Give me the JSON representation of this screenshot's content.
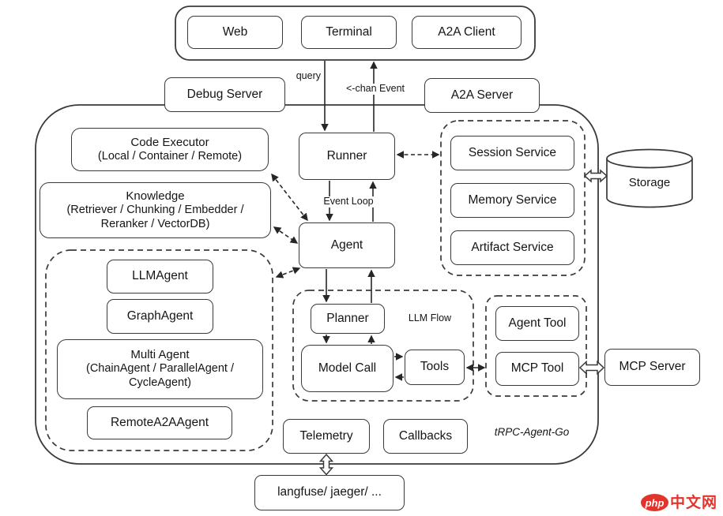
{
  "meta": {
    "framework_label": "tRPC-Agent-Go",
    "watermark": {
      "php": "php",
      "cn": "中文网"
    }
  },
  "clients_panel": {
    "items": [
      "Web",
      "Terminal",
      "A2A Client"
    ]
  },
  "servers": {
    "debug": "Debug Server",
    "a2a": "A2A Server"
  },
  "flow_labels": {
    "query": "query",
    "chan_event": "<-chan Event",
    "event_loop": "Event Loop",
    "llm_flow": "LLM Flow"
  },
  "core": {
    "runner": "Runner",
    "agent": "Agent"
  },
  "capabilities": {
    "code_executor": {
      "title": "Code Executor",
      "subtitle": "(Local / Container / Remote)"
    },
    "knowledge": {
      "title": "Knowledge",
      "subtitle": "(Retriever / Chunking / Embedder / Reranker / VectorDB)"
    }
  },
  "services": {
    "items": [
      "Session Service",
      "Memory Service",
      "Artifact Service"
    ]
  },
  "agent_types": {
    "llm": "LLMAgent",
    "graph": "GraphAgent",
    "multi": {
      "title": "Multi Agent",
      "subtitle": "(ChainAgent / ParallelAgent / CycleAgent)"
    },
    "remote": "RemoteA2AAgent"
  },
  "llm_flow": {
    "planner": "Planner",
    "model_call": "Model Call",
    "tools": "Tools"
  },
  "tool_group": {
    "agent_tool": "Agent Tool",
    "mcp_tool": "MCP Tool"
  },
  "external": {
    "storage": "Storage",
    "mcp_server": "MCP Server",
    "observability": "langfuse/ jaeger/ ..."
  },
  "instrumentation": {
    "telemetry": "Telemetry",
    "callbacks": "Callbacks"
  },
  "colors": {
    "stroke": "#3a3a3a",
    "text": "#151515",
    "watermark_red": "#e2342b"
  }
}
